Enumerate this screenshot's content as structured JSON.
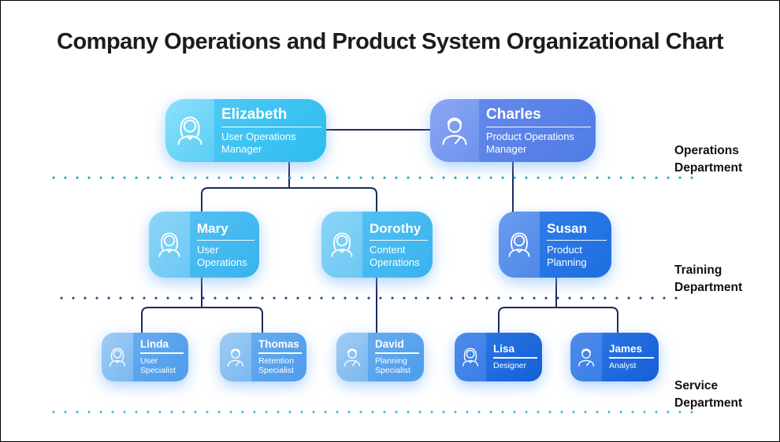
{
  "title": "Company Operations and Product System Organizational Chart",
  "departments": {
    "operations": "Operations Department",
    "training": "Training Department",
    "service": "Service Department"
  },
  "people": {
    "elizabeth": {
      "name": "Elizabeth",
      "role": "User Operations Manager",
      "icon": "female-icon"
    },
    "charles": {
      "name": "Charles",
      "role": "Product Operations Manager",
      "icon": "male-icon"
    },
    "mary": {
      "name": "Mary",
      "role": "User Operations",
      "icon": "female-icon"
    },
    "dorothy": {
      "name": "Dorothy",
      "role": "Content Operations",
      "icon": "female-icon"
    },
    "susan": {
      "name": "Susan",
      "role": "Product Planning",
      "icon": "female-icon"
    },
    "linda": {
      "name": "Linda",
      "role": "User Specialist",
      "icon": "female-icon"
    },
    "thomas": {
      "name": "Thomas",
      "role": "Retention Specialist",
      "icon": "male-icon"
    },
    "david": {
      "name": "David",
      "role": "Planning Specialist",
      "icon": "male-icon"
    },
    "lisa": {
      "name": "Lisa",
      "role": "Designer",
      "icon": "female-icon"
    },
    "james": {
      "name": "James",
      "role": "Analyst",
      "icon": "male-icon"
    }
  },
  "colors": {
    "row1_cyan": "#3ec5f3",
    "row1_blue": "#5a82e8",
    "row2_cyan": "#45bcf1",
    "row2_blue": "#2173e4",
    "row3_light": "#5aa7ee",
    "row3_dark": "#1a66d9",
    "connector": "#1c2a5e",
    "dotted_teal": "#23a9c6",
    "dotted_navy": "#2b448f"
  }
}
